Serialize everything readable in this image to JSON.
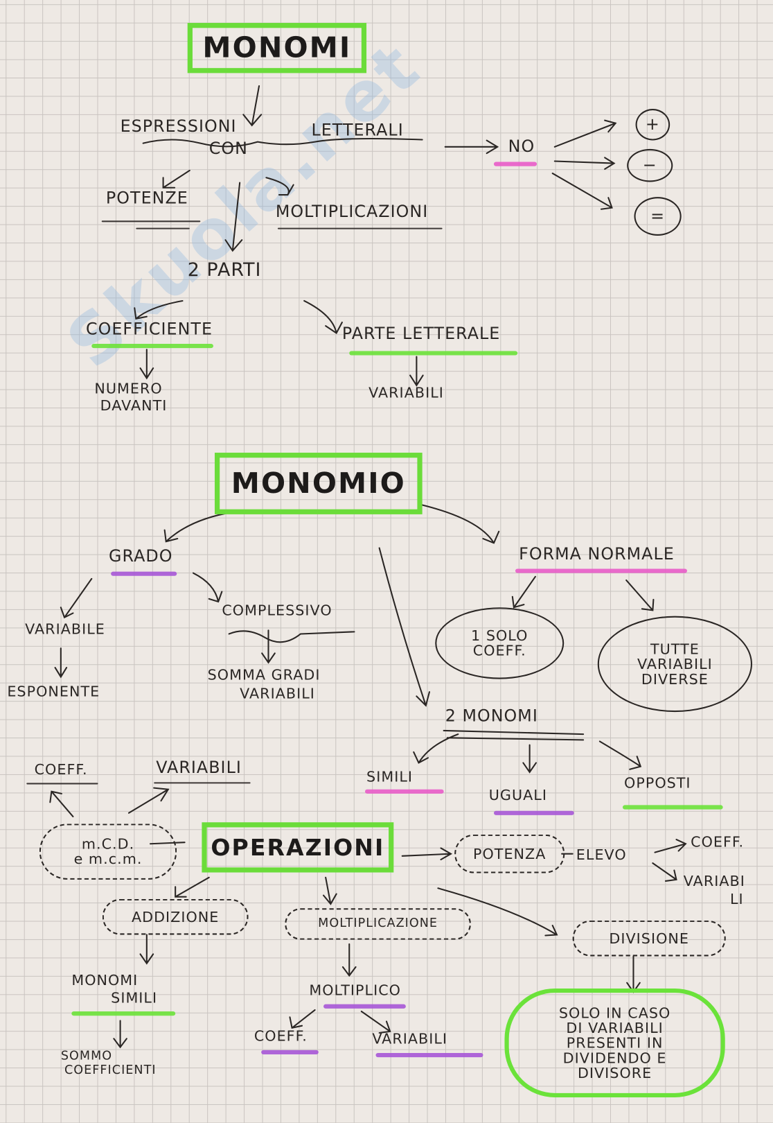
{
  "watermark": "Skuola.net",
  "colors": {
    "green": "#6be23a",
    "pink": "#e85cc8",
    "purple": "#a657d6",
    "ink": "#2a2624"
  },
  "section1": {
    "title": "MONOMI",
    "espressioni": "ESPRESSIONI",
    "con": "CON",
    "letterali": "LETTERALI",
    "no": "NO",
    "symbols": [
      "+",
      "−",
      "="
    ],
    "potenze": "POTENZE",
    "moltiplicazioni": "MOLTIPLICAZIONI",
    "parti": "2  PARTI",
    "coefficiente": "COEFFICIENTE",
    "numero_davanti": [
      "NUMERO",
      "DAVANTI"
    ],
    "parte_letterale": "PARTE LETTERALE",
    "variabili": "VARIABILI"
  },
  "section2": {
    "title": "MONOMIO",
    "grado": "GRADO",
    "variabile": "VARIABILE",
    "esponente": "ESPONENTE",
    "complessivo": "COMPLESSIVO",
    "somma_gradi": [
      "SOMMA GRADI",
      "VARIABILI"
    ],
    "forma_normale": "FORMA NORMALE",
    "solo_coeff": [
      "1 SOLO",
      "COEFF."
    ],
    "tutte_variabili": [
      "TUTTE",
      "VARIABILI",
      "DIVERSE"
    ],
    "due_monomi": "2  MONOMI",
    "simili": "SIMILI",
    "uguali": "UGUALI",
    "opposti": "OPPOSTI"
  },
  "section3": {
    "title": "OPERAZIONI",
    "mcd": [
      "m.C.D.",
      "e m.c.m."
    ],
    "coeff": "COEFF.",
    "variabili": "VARIABILI",
    "potenza": "POTENZA",
    "elevo": "ELEVO",
    "pot_coeff": "COEFF.",
    "pot_variabili": [
      "VARIABI",
      "LI"
    ],
    "addizione": "ADDIZIONE",
    "monomi_simili": [
      "MONOMI",
      "SIMILI"
    ],
    "sommo_coefficienti": [
      "SOMMO",
      "COEFFICIENTI"
    ],
    "moltiplicazione": "MOLTIPLICAZIONE",
    "moltiplico": "MOLTIPLICO",
    "molt_coeff": "COEFF.",
    "molt_variabili": "VARIABILI",
    "divisione": "DIVISIONE",
    "divisione_nota": [
      "SOLO IN CASO",
      "DI VARIABILI",
      "PRESENTI IN",
      "DIVIDENDO E",
      "DIVISORE"
    ]
  }
}
